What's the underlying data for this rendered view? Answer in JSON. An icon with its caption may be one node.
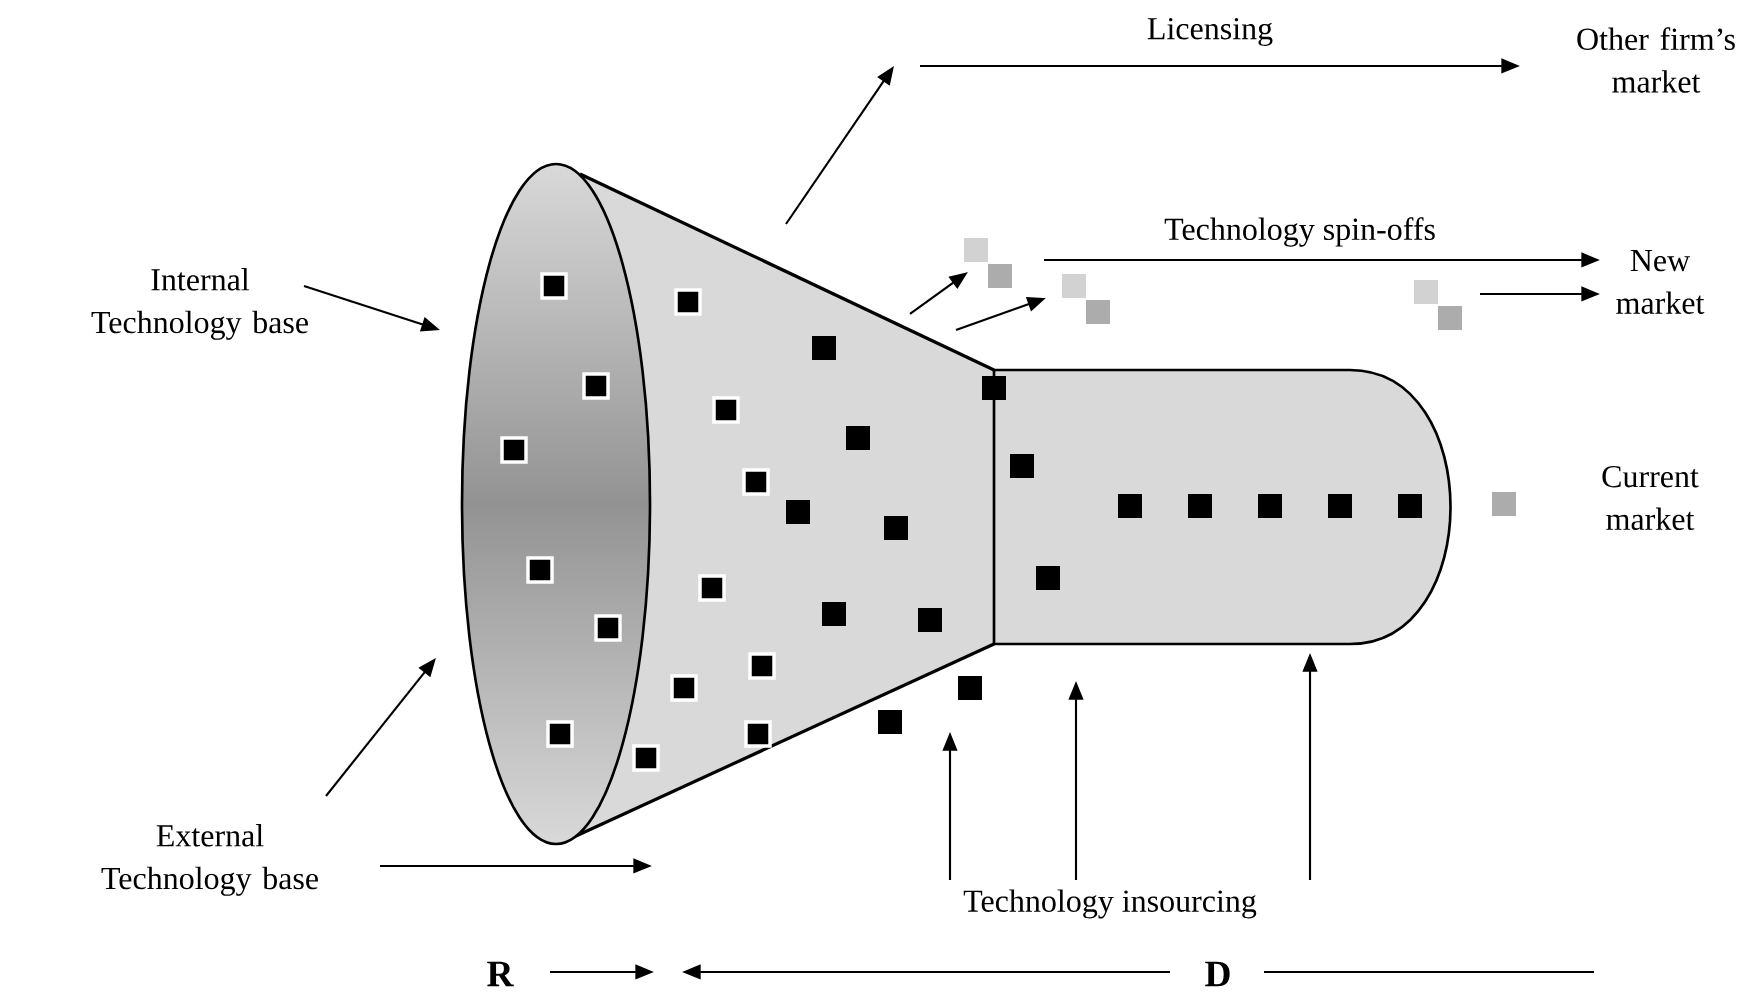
{
  "diagram": {
    "nodes": [
      {
        "text": [
          "Internal Technology base"
        ]
      },
      {
        "text": [
          "External Technology base"
        ]
      },
      {
        "text": [],
        "shape": "funnel"
      },
      {
        "text": [],
        "shape": "cylinder"
      },
      {
        "text": [
          "Other firm’s market"
        ]
      },
      {
        "text": [
          "New market"
        ]
      },
      {
        "text": [
          "Current market"
        ]
      },
      {
        "text": [
          "Technology insourcing"
        ]
      }
    ],
    "edges": [
      {
        "from": 0,
        "to": 2,
        "arrow": "to"
      },
      {
        "from": 1,
        "to": 2,
        "arrow": "to"
      },
      {
        "from": 1,
        "to": 2,
        "arrow": "to"
      },
      {
        "from": 2,
        "to": null,
        "arrow": "to"
      },
      {
        "from": null,
        "to": 4,
        "arrow": "to",
        "label": "Licensing"
      },
      {
        "from": 2,
        "to": null,
        "arrow": "to"
      },
      {
        "from": 2,
        "to": null,
        "arrow": "to"
      },
      {
        "from": null,
        "to": 5,
        "arrow": "to",
        "label": "Technology spin-offs"
      },
      {
        "from": null,
        "to": 5,
        "arrow": "to"
      },
      {
        "from": 7,
        "to": null,
        "arrow": "to"
      },
      {
        "from": 7,
        "to": 3,
        "arrow": "to"
      },
      {
        "from": 7,
        "to": 3,
        "arrow": "to"
      }
    ],
    "labels": [
      "R",
      "D"
    ]
  }
}
